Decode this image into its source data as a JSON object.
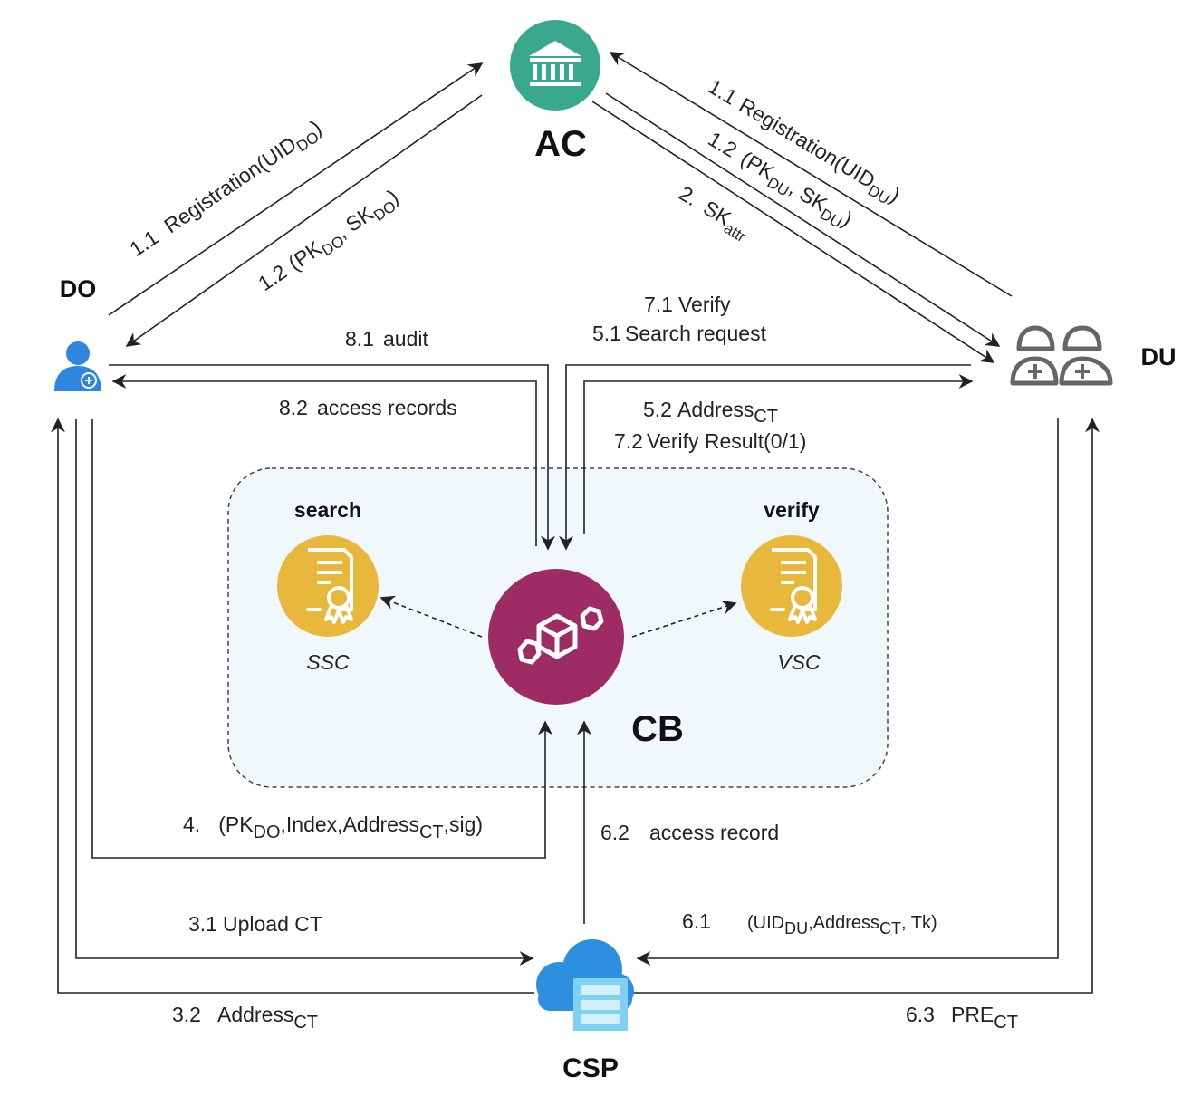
{
  "colors": {
    "ac": "#3aa88d",
    "cb": "#9c2c63",
    "contract": "#e8b83c",
    "csp_cloud": "#2d8fe0",
    "csp_server": "#7ed1f2",
    "do_user": "#2e86de",
    "du_outline": "#666666",
    "zone_fill": "#f1f8fb"
  },
  "nodes": {
    "ac": {
      "title": "AC",
      "icon": "bank-icon"
    },
    "do": {
      "title": "DO",
      "icon": "user-plus-icon"
    },
    "du": {
      "title": "DU",
      "icon": "doctors-icon"
    },
    "cb": {
      "title": "CB",
      "icon": "blockchain-icon"
    },
    "csp": {
      "title": "CSP",
      "icon": "cloud-server-icon"
    },
    "ssc": {
      "header": "search",
      "name": "SSC",
      "icon": "certificate-icon"
    },
    "vsc": {
      "header": "verify",
      "name": "VSC",
      "icon": "certificate-icon"
    }
  },
  "labels": {
    "do_ac_reg": {
      "num": "1.1",
      "text": "Registration(UID",
      "sub": "DO",
      "tail": ")"
    },
    "ac_do_keys": {
      "num": "1.2",
      "text": "(PK",
      "sub": "DO",
      "mid": ", SK",
      "sub2": "DO",
      "tail": ")"
    },
    "du_ac_reg": {
      "num": "1.1",
      "text": "Registration(UID",
      "sub": "DU",
      "tail": ")"
    },
    "ac_du_keys": {
      "num": "1.2",
      "text": "(PK",
      "sub": "DU",
      "mid": ", SK",
      "sub2": "DU",
      "tail": ")"
    },
    "ac_du_attr": {
      "num": "2.",
      "text": "SK",
      "sub": "attr"
    },
    "audit": {
      "num": "8.1",
      "text": "audit"
    },
    "access_records": {
      "num": "8.2",
      "text": "access records"
    },
    "verify": {
      "num": "7.1",
      "text": "Verify"
    },
    "search_request": {
      "num": "5.1",
      "text": "Search request"
    },
    "address_ct": {
      "num": "5.2",
      "text": "Address",
      "sub": "CT"
    },
    "verify_result": {
      "num": "7.2",
      "text": "Verify Result(0/1)"
    },
    "step4": {
      "num": "4.",
      "text": "(PK",
      "sub": "DO",
      "mid": ",Index,Address",
      "sub2": "CT",
      "tail": ",sig)"
    },
    "access_record": {
      "num": "6.2",
      "text": "access record"
    },
    "upload_ct": {
      "num": "3.1",
      "text": "Upload CT"
    },
    "csp_address": {
      "num": "3.2",
      "text": "Address",
      "sub": "CT"
    },
    "du_to_csp": {
      "num": "6.1",
      "text": "(UID",
      "sub": "DU",
      "mid": ",Address",
      "sub2": "CT",
      "tail": ", Tk)"
    },
    "pre_ct": {
      "num": "6.3",
      "text": "PRE",
      "sub": "CT"
    }
  }
}
